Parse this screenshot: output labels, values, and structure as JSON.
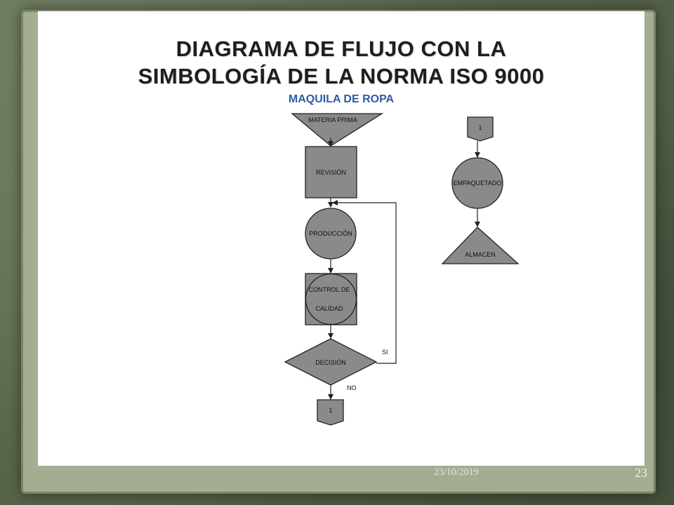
{
  "slide": {
    "title": "DIAGRAMA DE FLUJO CON LA\nSIMBOLOGÍA DE LA NORMA ISO 9000",
    "subtitle": "MAQUILA DE ROPA",
    "date": "23/10/2019",
    "page_number": "23"
  },
  "diagram": {
    "nodes": {
      "materia_prima": "MATERIA PRIMA",
      "revision": "REVISIÓN",
      "produccion": "PRODUCCIÓN",
      "control_line1": "CONTROL DE",
      "control_line2": "CALIDAD",
      "decision": "DECISIÓN",
      "connector_out": "1",
      "connector_in": "1",
      "empaquetado": "EMPAQUETADO",
      "almacen": "ALMACEN"
    },
    "edges": {
      "yes_label": "SI",
      "no_label": "NO"
    }
  },
  "colors": {
    "shape_fill": "#8a8a8a",
    "title_text": "#1e1e1e",
    "subtitle_text": "#2e5aa8",
    "frame_green": "#5d6a52"
  }
}
